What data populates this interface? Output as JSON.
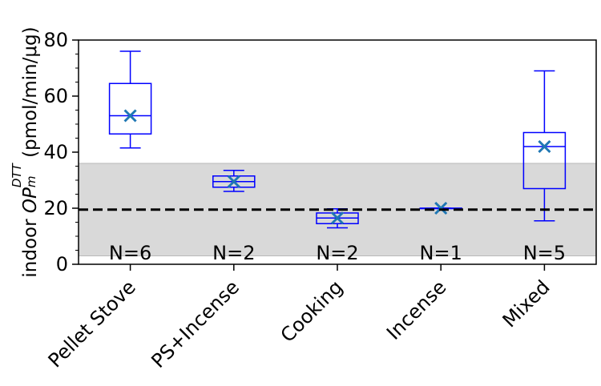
{
  "chart_data": {
    "type": "box",
    "ylabel": {
      "prefix": "indoor ",
      "symbol": "OP",
      "superscript": "DTT",
      "subscript": "m",
      "units": " (pmol/min/μg)"
    },
    "ylim": [
      0,
      80
    ],
    "yticks": [
      "0",
      "20",
      "40",
      "60",
      "80"
    ],
    "categories": [
      "Pellet Stove",
      "PS+Incense",
      "Cooking",
      "Incense",
      "Mixed"
    ],
    "boxes": [
      {
        "category": "Pellet Stove",
        "whisker_low": 41.5,
        "q1": 46.5,
        "median": 53,
        "q3": 64.5,
        "whisker_high": 76,
        "mean": 53,
        "n_label": "N=6"
      },
      {
        "category": "PS+Incense",
        "whisker_low": 26,
        "q1": 27.5,
        "median": 29.5,
        "q3": 31.5,
        "whisker_high": 33.5,
        "mean": 29.5,
        "n_label": "N=2"
      },
      {
        "category": "Cooking",
        "whisker_low": 13,
        "q1": 14.5,
        "median": 16.5,
        "q3": 18.3,
        "whisker_high": 19.8,
        "mean": 16.5,
        "n_label": "N=2"
      },
      {
        "category": "Incense",
        "whisker_low": 20,
        "q1": 20,
        "median": 20,
        "q3": 20,
        "whisker_high": 20,
        "mean": 20,
        "n_label": "N=1"
      },
      {
        "category": "Mixed",
        "whisker_low": 15.5,
        "q1": 27,
        "median": 42,
        "q3": 47,
        "whisker_high": 69,
        "mean": 42,
        "n_label": "N=5"
      }
    ],
    "reference_line": {
      "y": 19.5,
      "style": "dashed",
      "color": "#000000"
    },
    "shaded_band": {
      "y0": 3,
      "y1": 36,
      "color": "#d9d9d9"
    },
    "colors": {
      "box": "#0000ff",
      "mean_marker": "#1f77b4"
    },
    "grid": false
  }
}
